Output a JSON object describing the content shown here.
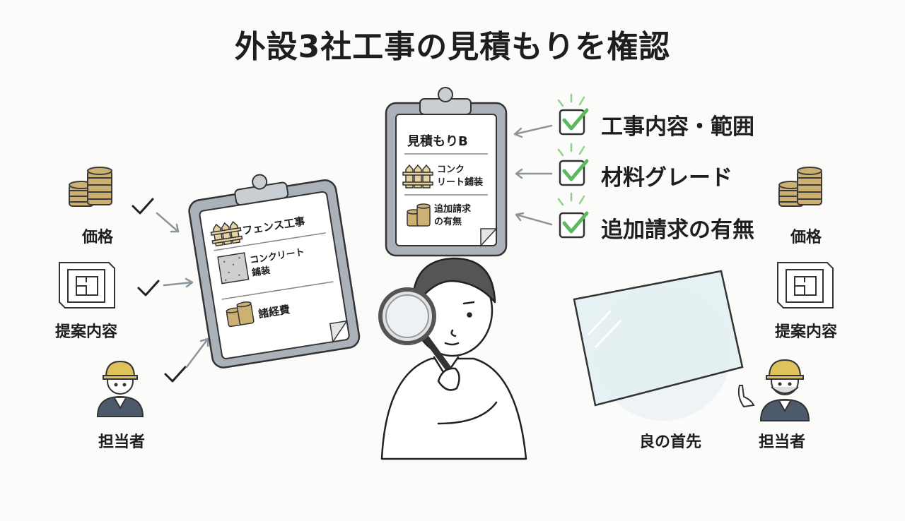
{
  "title": "外設3社工事の見積もりを権認",
  "left_labels": {
    "price": "価格",
    "proposal": "提案内容",
    "person": "担当者"
  },
  "clipboard_left": {
    "items": [
      "フェンス工事",
      "コンクリート",
      "鋪装",
      "諸経費"
    ]
  },
  "clipboard_top": {
    "header": "見積もりB",
    "item1_line1": "コンク",
    "item1_line2": "リート鋪装",
    "item2_line1": "追加請求",
    "item2_line2": "の有無"
  },
  "checklist": [
    "工事内容・範囲",
    "材料グレード",
    "追加請求の有無"
  ],
  "right_labels": {
    "price": "価格",
    "proposal": "提案内容",
    "person": "担当者",
    "glass": "良の首先"
  },
  "colors": {
    "check_green": "#5cb85c",
    "clipboard_frame": "#a9b0b7",
    "coin_gold": "#cdb074",
    "helmet": "#e0c25a",
    "arrow_gray": "#8c959c"
  },
  "icons": [
    "coin-stack-icon",
    "blueprint-icon",
    "worker-icon",
    "checkmark-icon",
    "fence-icon",
    "concrete-icon",
    "magnifier-icon",
    "checkbox-icon"
  ]
}
